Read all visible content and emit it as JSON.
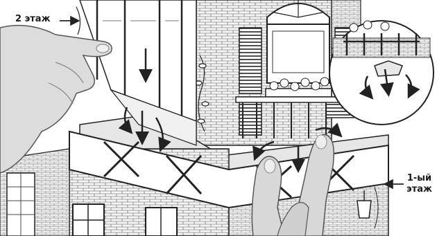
{
  "labels": {
    "floor_2": "2 этаж",
    "floor_1_line1": "1-ый",
    "floor_1_line2": "этаж"
  },
  "colors": {
    "line": "#2a2a2a",
    "paper": "#ffffff",
    "shade_light": "#e6e6e6",
    "shade_mid": "#cfcfcf",
    "skin": "#d9d9d9",
    "skin_shadow": "#bdbdbd"
  },
  "icons": [
    "arrow-curved-icon",
    "arrow-down-icon",
    "arrow-left-icon",
    "zoom-callout-icon"
  ]
}
